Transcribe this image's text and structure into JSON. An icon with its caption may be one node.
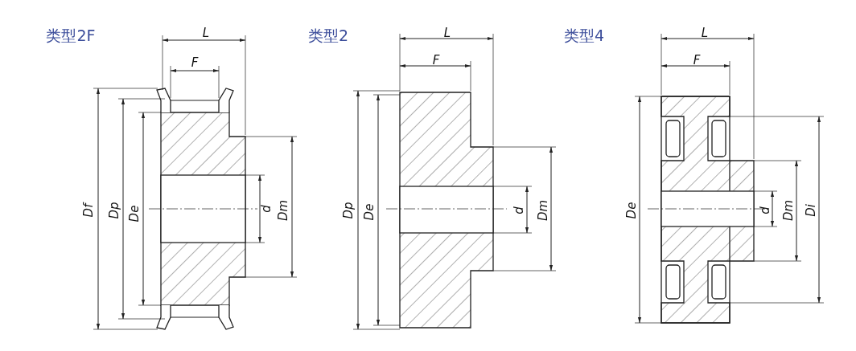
{
  "diagram": {
    "labels": [
      "类型2F",
      "L",
      "F",
      "Df",
      "Dp",
      "De",
      "d",
      "Dm",
      "类型2",
      "L",
      "F",
      "Dp",
      "De",
      "d",
      "Dm",
      "类型4",
      "L",
      "F",
      "De",
      "d",
      "Dm",
      "Di"
    ]
  }
}
